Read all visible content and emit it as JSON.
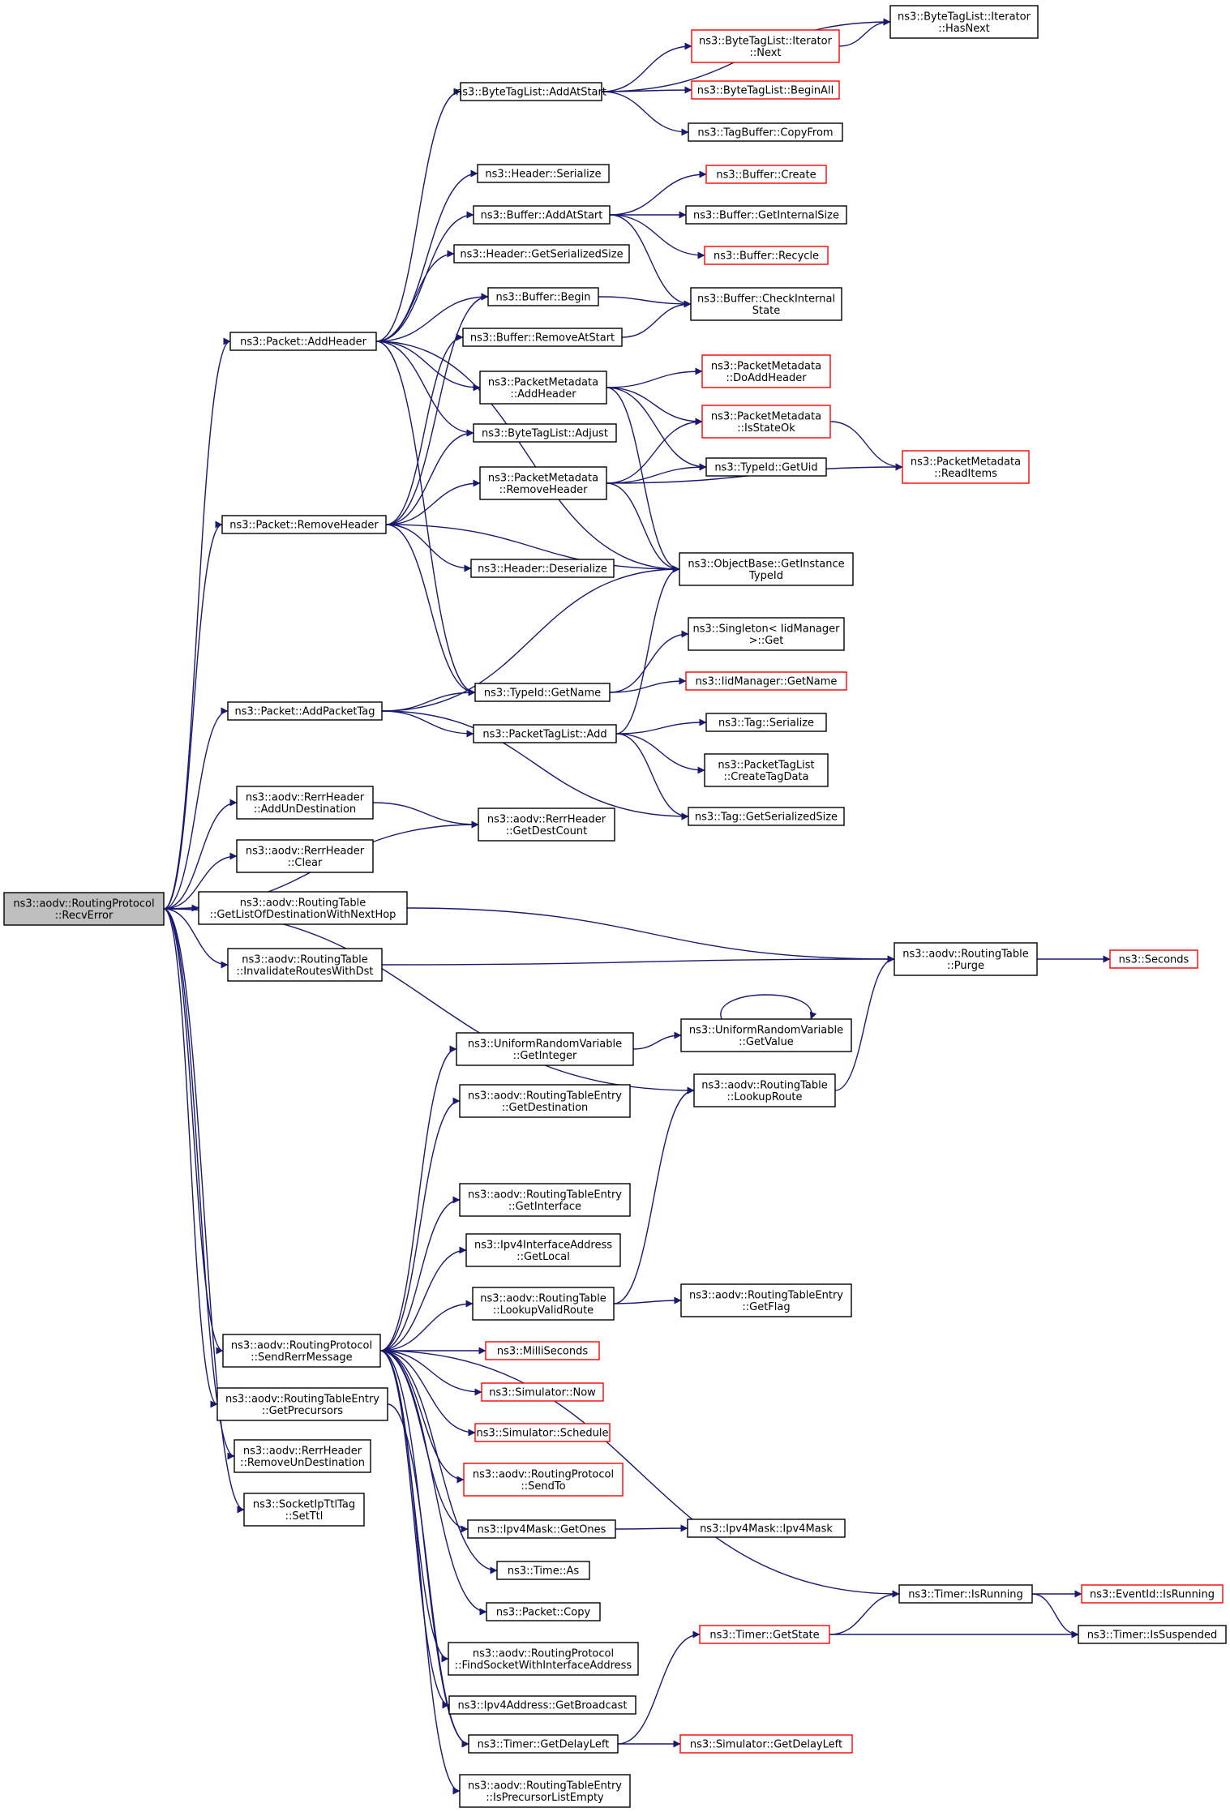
{
  "colors": {
    "edge": "#191970",
    "node_border": "#000000",
    "truncated_border": "#ff0000",
    "root_fill": "#bfbfbf",
    "node_fill": "#ffffff"
  },
  "nodes": {
    "root": {
      "lines": [
        "ns3::aodv::RoutingProtocol",
        "::RecvError"
      ],
      "style": "root"
    },
    "AddHeader": {
      "lines": [
        "ns3::Packet::AddHeader"
      ],
      "style": "normal"
    },
    "RemoveHeader": {
      "lines": [
        "ns3::Packet::RemoveHeader"
      ],
      "style": "normal"
    },
    "AddPacketTag": {
      "lines": [
        "ns3::Packet::AddPacketTag"
      ],
      "style": "normal"
    },
    "AddUnDest": {
      "lines": [
        "ns3::aodv::RerrHeader",
        "::AddUnDestination"
      ],
      "style": "normal"
    },
    "RerrClear": {
      "lines": [
        "ns3::aodv::RerrHeader",
        "::Clear"
      ],
      "style": "normal"
    },
    "GetListDest": {
      "lines": [
        "ns3::aodv::RoutingTable",
        "::GetListOfDestinationWithNextHop"
      ],
      "style": "normal"
    },
    "InvalidateRoutes": {
      "lines": [
        "ns3::aodv::RoutingTable",
        "::InvalidateRoutesWithDst"
      ],
      "style": "normal"
    },
    "SendRerr": {
      "lines": [
        "ns3::aodv::RoutingProtocol",
        "::SendRerrMessage"
      ],
      "style": "normal"
    },
    "GetPrecursors": {
      "lines": [
        "ns3::aodv::RoutingTableEntry",
        "::GetPrecursors"
      ],
      "style": "normal"
    },
    "RemoveUnDest": {
      "lines": [
        "ns3::aodv::RerrHeader",
        "::RemoveUnDestination"
      ],
      "style": "normal"
    },
    "SetTtl": {
      "lines": [
        "ns3::SocketIpTtlTag",
        "::SetTtl"
      ],
      "style": "normal"
    },
    "BTLAddAtStart": {
      "lines": [
        "ns3::ByteTagList::AddAtStart"
      ],
      "style": "normal"
    },
    "HeaderSerialize": {
      "lines": [
        "ns3::Header::Serialize"
      ],
      "style": "normal"
    },
    "BufAddAtStart": {
      "lines": [
        "ns3::Buffer::AddAtStart"
      ],
      "style": "normal"
    },
    "HeaderGetSerSize": {
      "lines": [
        "ns3::Header::GetSerializedSize"
      ],
      "style": "normal"
    },
    "BufBegin": {
      "lines": [
        "ns3::Buffer::Begin"
      ],
      "style": "normal"
    },
    "BufRemoveAtStart": {
      "lines": [
        "ns3::Buffer::RemoveAtStart"
      ],
      "style": "normal"
    },
    "PMAddHeader": {
      "lines": [
        "ns3::PacketMetadata",
        "::AddHeader"
      ],
      "style": "normal"
    },
    "BTLAdjust": {
      "lines": [
        "ns3::ByteTagList::Adjust"
      ],
      "style": "normal"
    },
    "PMRemoveHeader": {
      "lines": [
        "ns3::PacketMetadata",
        "::RemoveHeader"
      ],
      "style": "normal"
    },
    "HeaderDeserialize": {
      "lines": [
        "ns3::Header::Deserialize"
      ],
      "style": "normal"
    },
    "TypeIdGetName": {
      "lines": [
        "ns3::TypeId::GetName"
      ],
      "style": "normal"
    },
    "PTLAdd": {
      "lines": [
        "ns3::PacketTagList::Add"
      ],
      "style": "normal"
    },
    "RerrGetDestCount": {
      "lines": [
        "ns3::aodv::RerrHeader",
        "::GetDestCount"
      ],
      "style": "normal"
    },
    "URVGetInteger": {
      "lines": [
        "ns3::UniformRandomVariable",
        "::GetInteger"
      ],
      "style": "normal"
    },
    "RTEGetDestination": {
      "lines": [
        "ns3::aodv::RoutingTableEntry",
        "::GetDestination"
      ],
      "style": "normal"
    },
    "RTEGetInterface": {
      "lines": [
        "ns3::aodv::RoutingTableEntry",
        "::GetInterface"
      ],
      "style": "normal"
    },
    "Ipv4IfGetLocal": {
      "lines": [
        "ns3::Ipv4InterfaceAddress",
        "::GetLocal"
      ],
      "style": "normal"
    },
    "RTLookupValid": {
      "lines": [
        "ns3::aodv::RoutingTable",
        "::LookupValidRoute"
      ],
      "style": "normal"
    },
    "MilliSeconds": {
      "lines": [
        "ns3::MilliSeconds"
      ],
      "style": "truncated"
    },
    "SimNow": {
      "lines": [
        "ns3::Simulator::Now"
      ],
      "style": "truncated"
    },
    "SimSchedule": {
      "lines": [
        "ns3::Simulator::Schedule"
      ],
      "style": "truncated"
    },
    "RPSendTo": {
      "lines": [
        "ns3::aodv::RoutingProtocol",
        "::SendTo"
      ],
      "style": "truncated"
    },
    "Ipv4MaskGetOnes": {
      "lines": [
        "ns3::Ipv4Mask::GetOnes"
      ],
      "style": "normal"
    },
    "TimeAs": {
      "lines": [
        "ns3::Time::As"
      ],
      "style": "normal"
    },
    "PacketCopy": {
      "lines": [
        "ns3::Packet::Copy"
      ],
      "style": "normal"
    },
    "FindSocket": {
      "lines": [
        "ns3::aodv::RoutingProtocol",
        "::FindSocketWithInterfaceAddress"
      ],
      "style": "normal"
    },
    "Ipv4GetBroadcast": {
      "lines": [
        "ns3::Ipv4Address::GetBroadcast"
      ],
      "style": "normal"
    },
    "TimerGetDelayLeft": {
      "lines": [
        "ns3::Timer::GetDelayLeft"
      ],
      "style": "normal"
    },
    "RTEIsPrecEmpty": {
      "lines": [
        "ns3::aodv::RoutingTableEntry",
        "::IsPrecursorListEmpty"
      ],
      "style": "normal"
    },
    "BTLIterHasNext": {
      "lines": [
        "ns3::ByteTagList::Iterator",
        "::HasNext"
      ],
      "style": "normal"
    },
    "BTLIterNext": {
      "lines": [
        "ns3::ByteTagList::Iterator",
        "::Next"
      ],
      "style": "truncated"
    },
    "BTLBeginAll": {
      "lines": [
        "ns3::ByteTagList::BeginAll"
      ],
      "style": "truncated"
    },
    "TagBufCopyFrom": {
      "lines": [
        "ns3::TagBuffer::CopyFrom"
      ],
      "style": "normal"
    },
    "BufCreate": {
      "lines": [
        "ns3::Buffer::Create"
      ],
      "style": "truncated"
    },
    "BufGetInternalSize": {
      "lines": [
        "ns3::Buffer::GetInternalSize"
      ],
      "style": "normal"
    },
    "BufRecycle": {
      "lines": [
        "ns3::Buffer::Recycle"
      ],
      "style": "truncated"
    },
    "BufCheckInternal": {
      "lines": [
        "ns3::Buffer::CheckInternal",
        "State"
      ],
      "style": "normal"
    },
    "PMDoAddHeader": {
      "lines": [
        "ns3::PacketMetadata",
        "::DoAddHeader"
      ],
      "style": "truncated"
    },
    "PMIsStateOk": {
      "lines": [
        "ns3::PacketMetadata",
        "::IsStateOk"
      ],
      "style": "truncated"
    },
    "TypeIdGetUid": {
      "lines": [
        "ns3::TypeId::GetUid"
      ],
      "style": "normal"
    },
    "ObjGetInstTypeId": {
      "lines": [
        "ns3::ObjectBase::GetInstance",
        "TypeId"
      ],
      "style": "normal"
    },
    "SingletonGet": {
      "lines": [
        "ns3::Singleton< IidManager",
        " >::Get"
      ],
      "style": "normal"
    },
    "IidGetName": {
      "lines": [
        "ns3::IidManager::GetName"
      ],
      "style": "truncated"
    },
    "TagSerialize": {
      "lines": [
        "ns3::Tag::Serialize"
      ],
      "style": "normal"
    },
    "PTLCreateTagData": {
      "lines": [
        "ns3::PacketTagList",
        "::CreateTagData"
      ],
      "style": "normal"
    },
    "TagGetSerSize": {
      "lines": [
        "ns3::Tag::GetSerializedSize"
      ],
      "style": "normal"
    },
    "URVGetValue": {
      "lines": [
        "ns3::UniformRandomVariable",
        "::GetValue"
      ],
      "style": "normal"
    },
    "RTLookupRoute": {
      "lines": [
        "ns3::aodv::RoutingTable",
        "::LookupRoute"
      ],
      "style": "normal"
    },
    "RTEGetFlag": {
      "lines": [
        "ns3::aodv::RoutingTableEntry",
        "::GetFlag"
      ],
      "style": "normal"
    },
    "Ipv4MaskCtor": {
      "lines": [
        "ns3::Ipv4Mask::Ipv4Mask"
      ],
      "style": "normal"
    },
    "TimerGetState": {
      "lines": [
        "ns3::Timer::GetState"
      ],
      "style": "truncated"
    },
    "SimGetDelayLeft": {
      "lines": [
        "ns3::Simulator::GetDelayLeft"
      ],
      "style": "truncated"
    },
    "PMReadItems": {
      "lines": [
        "ns3::PacketMetadata",
        "::ReadItems"
      ],
      "style": "truncated"
    },
    "RTPurge": {
      "lines": [
        "ns3::aodv::RoutingTable",
        "::Purge"
      ],
      "style": "normal"
    },
    "TimerIsRunning": {
      "lines": [
        "ns3::Timer::IsRunning"
      ],
      "style": "normal"
    },
    "TimerIsSuspended": {
      "lines": [
        "ns3::Timer::IsSuspended"
      ],
      "style": "normal"
    },
    "Seconds": {
      "lines": [
        "ns3::Seconds"
      ],
      "style": "truncated"
    },
    "EventIdIsRunning": {
      "lines": [
        "ns3::EventId::IsRunning"
      ],
      "style": "truncated"
    }
  },
  "edges": [
    [
      "root",
      "AddHeader"
    ],
    [
      "root",
      "RemoveHeader"
    ],
    [
      "root",
      "AddPacketTag"
    ],
    [
      "root",
      "AddUnDest"
    ],
    [
      "root",
      "RerrGetDestCount"
    ],
    [
      "root",
      "RerrClear"
    ],
    [
      "root",
      "GetListDest"
    ],
    [
      "root",
      "InvalidateRoutes"
    ],
    [
      "root",
      "RTLookupRoute"
    ],
    [
      "root",
      "SendRerr"
    ],
    [
      "root",
      "GetPrecursors"
    ],
    [
      "root",
      "RemoveUnDest"
    ],
    [
      "root",
      "SetTtl"
    ],
    [
      "AddHeader",
      "BTLAddAtStart"
    ],
    [
      "AddHeader",
      "HeaderSerialize"
    ],
    [
      "AddHeader",
      "BufAddAtStart"
    ],
    [
      "AddHeader",
      "HeaderGetSerSize"
    ],
    [
      "AddHeader",
      "BufBegin"
    ],
    [
      "AddHeader",
      "PMAddHeader"
    ],
    [
      "AddHeader",
      "BTLAdjust"
    ],
    [
      "AddHeader",
      "ObjGetInstTypeId"
    ],
    [
      "AddHeader",
      "TypeIdGetName"
    ],
    [
      "RemoveHeader",
      "BufBegin"
    ],
    [
      "RemoveHeader",
      "BufRemoveAtStart"
    ],
    [
      "RemoveHeader",
      "BTLAdjust"
    ],
    [
      "RemoveHeader",
      "PMRemoveHeader"
    ],
    [
      "RemoveHeader",
      "HeaderDeserialize"
    ],
    [
      "RemoveHeader",
      "ObjGetInstTypeId"
    ],
    [
      "RemoveHeader",
      "TypeIdGetName"
    ],
    [
      "AddPacketTag",
      "ObjGetInstTypeId"
    ],
    [
      "AddPacketTag",
      "TypeIdGetName"
    ],
    [
      "AddPacketTag",
      "PTLAdd"
    ],
    [
      "AddPacketTag",
      "TagGetSerSize"
    ],
    [
      "AddUnDest",
      "RerrGetDestCount"
    ],
    [
      "GetListDest",
      "RTPurge"
    ],
    [
      "InvalidateRoutes",
      "RTPurge"
    ],
    [
      "BTLAddAtStart",
      "BTLIterHasNext"
    ],
    [
      "BTLAddAtStart",
      "BTLIterNext"
    ],
    [
      "BTLAddAtStart",
      "BTLBeginAll"
    ],
    [
      "BTLAddAtStart",
      "TagBufCopyFrom"
    ],
    [
      "BTLIterNext",
      "BTLIterHasNext"
    ],
    [
      "BufAddAtStart",
      "BufCreate"
    ],
    [
      "BufAddAtStart",
      "BufGetInternalSize"
    ],
    [
      "BufAddAtStart",
      "BufRecycle"
    ],
    [
      "BufAddAtStart",
      "BufCheckInternal"
    ],
    [
      "BufBegin",
      "BufCheckInternal"
    ],
    [
      "BufRemoveAtStart",
      "BufCheckInternal"
    ],
    [
      "PMAddHeader",
      "PMDoAddHeader"
    ],
    [
      "PMAddHeader",
      "PMIsStateOk"
    ],
    [
      "PMAddHeader",
      "TypeIdGetUid"
    ],
    [
      "PMAddHeader",
      "ObjGetInstTypeId"
    ],
    [
      "PMRemoveHeader",
      "PMIsStateOk"
    ],
    [
      "PMRemoveHeader",
      "TypeIdGetUid"
    ],
    [
      "PMRemoveHeader",
      "PMReadItems"
    ],
    [
      "PMRemoveHeader",
      "ObjGetInstTypeId"
    ],
    [
      "PMIsStateOk",
      "PMReadItems"
    ],
    [
      "TypeIdGetName",
      "SingletonGet"
    ],
    [
      "TypeIdGetName",
      "IidGetName"
    ],
    [
      "PTLAdd",
      "ObjGetInstTypeId"
    ],
    [
      "PTLAdd",
      "TagSerialize"
    ],
    [
      "PTLAdd",
      "PTLCreateTagData"
    ],
    [
      "PTLAdd",
      "TagGetSerSize"
    ],
    [
      "SendRerr",
      "URVGetInteger"
    ],
    [
      "SendRerr",
      "RTEGetDestination"
    ],
    [
      "SendRerr",
      "RTEGetInterface"
    ],
    [
      "SendRerr",
      "Ipv4IfGetLocal"
    ],
    [
      "SendRerr",
      "RTLookupValid"
    ],
    [
      "SendRerr",
      "MilliSeconds"
    ],
    [
      "SendRerr",
      "SimNow"
    ],
    [
      "SendRerr",
      "SimSchedule"
    ],
    [
      "SendRerr",
      "RPSendTo"
    ],
    [
      "SendRerr",
      "Ipv4MaskGetOnes"
    ],
    [
      "SendRerr",
      "TimeAs"
    ],
    [
      "SendRerr",
      "PacketCopy"
    ],
    [
      "SendRerr",
      "FindSocket"
    ],
    [
      "SendRerr",
      "Ipv4GetBroadcast"
    ],
    [
      "SendRerr",
      "TimerGetDelayLeft"
    ],
    [
      "SendRerr",
      "RTEIsPrecEmpty"
    ],
    [
      "SendRerr",
      "TimerIsRunning"
    ],
    [
      "GetPrecursors",
      "TimerGetDelayLeft"
    ],
    [
      "URVGetInteger",
      "URVGetValue"
    ],
    [
      "URVGetValue",
      "URVGetValue"
    ],
    [
      "RTLookupValid",
      "RTLookupRoute"
    ],
    [
      "RTLookupValid",
      "RTEGetFlag"
    ],
    [
      "RTLookupRoute",
      "RTPurge"
    ],
    [
      "Ipv4MaskGetOnes",
      "Ipv4MaskCtor"
    ],
    [
      "TimerGetDelayLeft",
      "TimerGetState"
    ],
    [
      "TimerGetDelayLeft",
      "SimGetDelayLeft"
    ],
    [
      "TimerGetState",
      "TimerIsRunning"
    ],
    [
      "TimerGetState",
      "TimerIsSuspended"
    ],
    [
      "TimerIsRunning",
      "EventIdIsRunning"
    ],
    [
      "TimerIsRunning",
      "TimerIsSuspended"
    ],
    [
      "RTPurge",
      "Seconds"
    ]
  ]
}
